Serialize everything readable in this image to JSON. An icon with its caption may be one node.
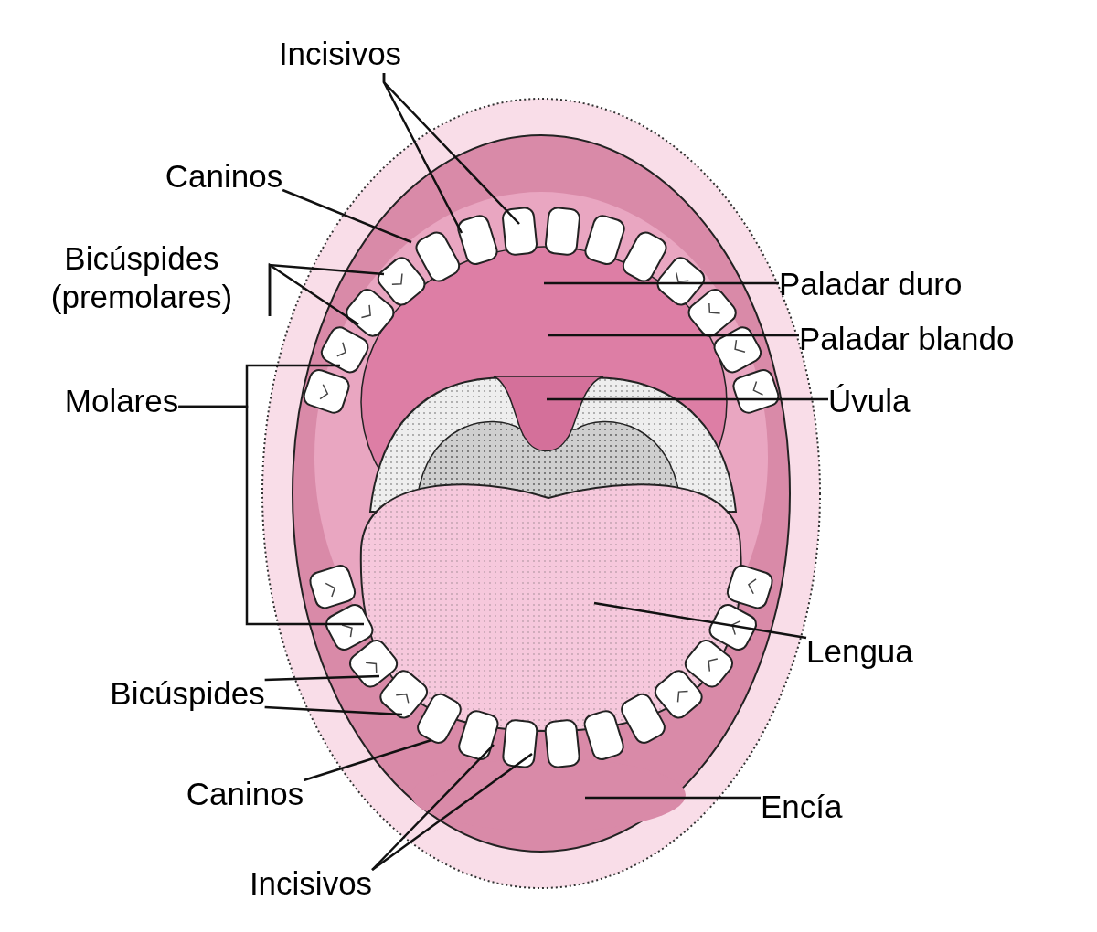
{
  "diagram": {
    "nodes": [
      {
        "text": [
          "Incisivos"
        ]
      },
      {
        "text": [
          "Caninos"
        ]
      },
      {
        "text": [
          "Bicúspides (premolares)"
        ]
      },
      {
        "text": [
          "Molares"
        ]
      },
      {
        "text": [
          "Paladar duro"
        ]
      },
      {
        "text": [
          "Paladar blando"
        ]
      },
      {
        "text": [
          "Úvula"
        ]
      },
      {
        "text": [
          "Lengua"
        ]
      },
      {
        "text": [
          "Bicúspides"
        ]
      },
      {
        "text": [
          "Caninos"
        ]
      },
      {
        "text": [
          "Encía"
        ]
      },
      {
        "text": [
          "Incisivos"
        ]
      }
    ],
    "edges": [
      {
        "from": 0,
        "to": null,
        "arrow": "none"
      },
      {
        "from": 0,
        "to": null,
        "arrow": "none"
      },
      {
        "from": 1,
        "to": null,
        "arrow": "none"
      },
      {
        "from": 2,
        "to": null,
        "arrow": "none"
      },
      {
        "from": 2,
        "to": null,
        "arrow": "none"
      },
      {
        "from": 3,
        "to": null,
        "arrow": "none"
      },
      {
        "from": 3,
        "to": null,
        "arrow": "none"
      },
      {
        "from": 4,
        "to": null,
        "arrow": "none"
      },
      {
        "from": 5,
        "to": null,
        "arrow": "none"
      },
      {
        "from": 6,
        "to": null,
        "arrow": "none"
      },
      {
        "from": 7,
        "to": null,
        "arrow": "none"
      },
      {
        "from": 8,
        "to": null,
        "arrow": "none"
      },
      {
        "from": 8,
        "to": null,
        "arrow": "none"
      },
      {
        "from": 9,
        "to": null,
        "arrow": "none"
      },
      {
        "from": 10,
        "to": null,
        "arrow": "none"
      },
      {
        "from": 11,
        "to": null,
        "arrow": "none"
      },
      {
        "from": 11,
        "to": null,
        "arrow": "none"
      }
    ]
  }
}
